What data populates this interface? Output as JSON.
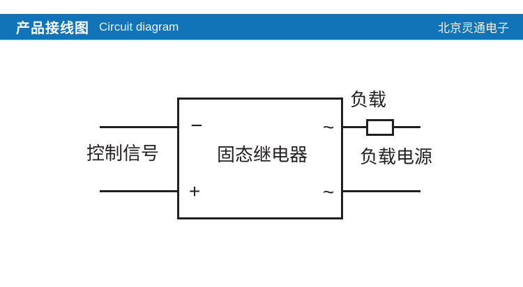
{
  "header": {
    "title_zh": "产品接线图",
    "title_en": "Circuit diagram",
    "company": "北京灵通电子",
    "bar_color": "#1173b8",
    "text_color": "#f3f7fa"
  },
  "diagram": {
    "line_color": "#231f20",
    "relay_label": "固态继电器",
    "control_signal_label": "控制信号",
    "load_label": "负载",
    "load_power_label": "负载电源",
    "terminal_minus": "−",
    "terminal_plus": "+",
    "terminal_ac_top": "~",
    "terminal_ac_bottom": "~"
  }
}
